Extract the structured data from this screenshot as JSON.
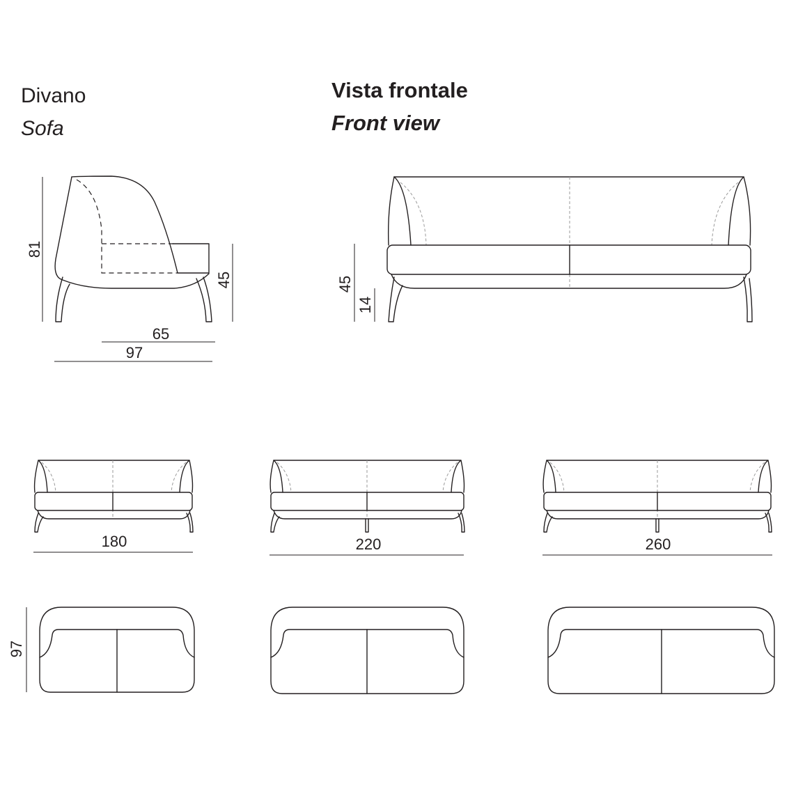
{
  "titles": {
    "product_it": "Divano",
    "product_en": "Sofa",
    "view_it": "Vista frontale",
    "view_en": "Front view"
  },
  "side_view": {
    "height": "81",
    "seat_height": "45",
    "seat_depth": "65",
    "depth": "97"
  },
  "front_view": {
    "seat_height": "45",
    "leg_height": "14"
  },
  "widths": {
    "small": "180",
    "medium": "220",
    "large": "260"
  },
  "plan_view": {
    "depth": "97"
  }
}
